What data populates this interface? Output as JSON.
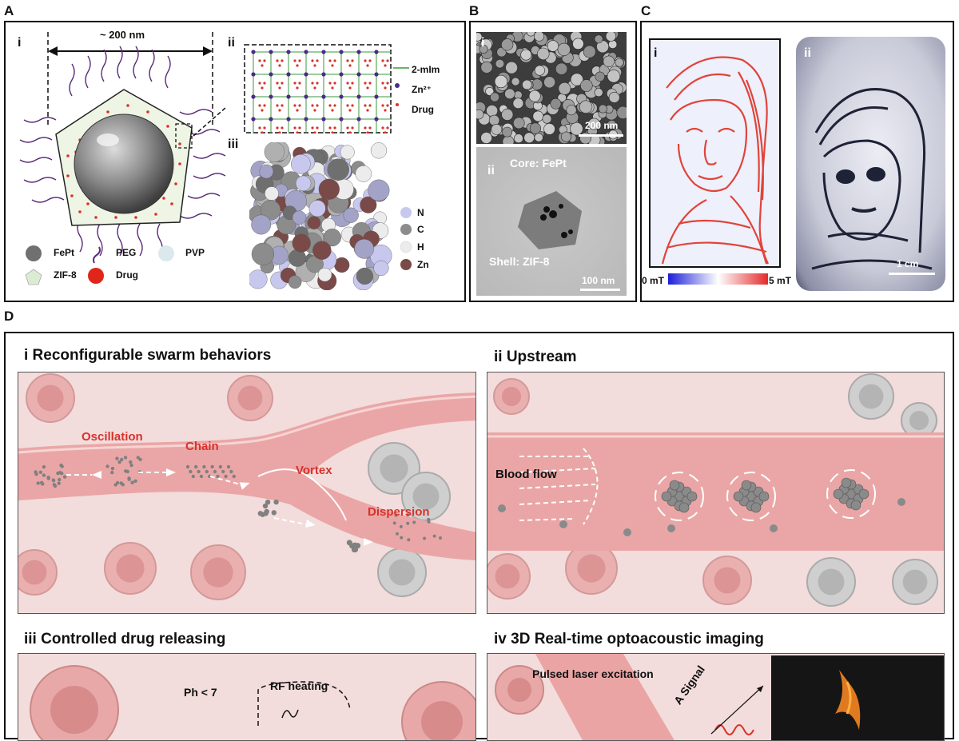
{
  "panels": {
    "A": {
      "letter": "A",
      "size_label": "~ 200 nm",
      "sub_i": "i",
      "sub_ii": "ii",
      "sub_iii": "iii",
      "lattice_legend": [
        "2-mIm",
        "Zn²⁺",
        "Drug"
      ],
      "atom_legend": [
        "N",
        "C",
        "H",
        "Zn"
      ],
      "component_legend": [
        "FePt",
        "PEG",
        "PVP",
        "ZIF-8",
        "Drug"
      ]
    },
    "B": {
      "letter": "B",
      "sub_i": "i",
      "sub_ii": "ii",
      "scale_i": "200 nm",
      "core_label": "Core: FePt",
      "shell_label": "Shell: ZIF-8",
      "scale_ii": "100 nm"
    },
    "C": {
      "letter": "C",
      "sub_i": "i",
      "sub_ii": "ii",
      "colorbar_min": "0 mT",
      "colorbar_max": "5 mT",
      "scale": "1 cm"
    },
    "D": {
      "letter": "D",
      "i": {
        "title": "i  Reconfigurable  swarm behaviors",
        "labels": [
          "Oscillation",
          "Chain",
          "Vortex",
          "Dispersion"
        ]
      },
      "ii": {
        "title": "ii  Upstream",
        "blood_flow": "Blood flow"
      },
      "iii": {
        "title": "iii  Controlled drug releasing",
        "ph_label": "Ph < 7",
        "rf_label": "RF heating"
      },
      "iv": {
        "title": "iv  3D Real-time optoacoustic imaging",
        "laser_label": "Pulsed laser excitation",
        "signal_label": "A Signal"
      }
    }
  },
  "colors": {
    "tissue": "#f3dcdc",
    "vessel": "#eaa6a6",
    "accent_red": "#d8322a",
    "frame": "#111111"
  }
}
